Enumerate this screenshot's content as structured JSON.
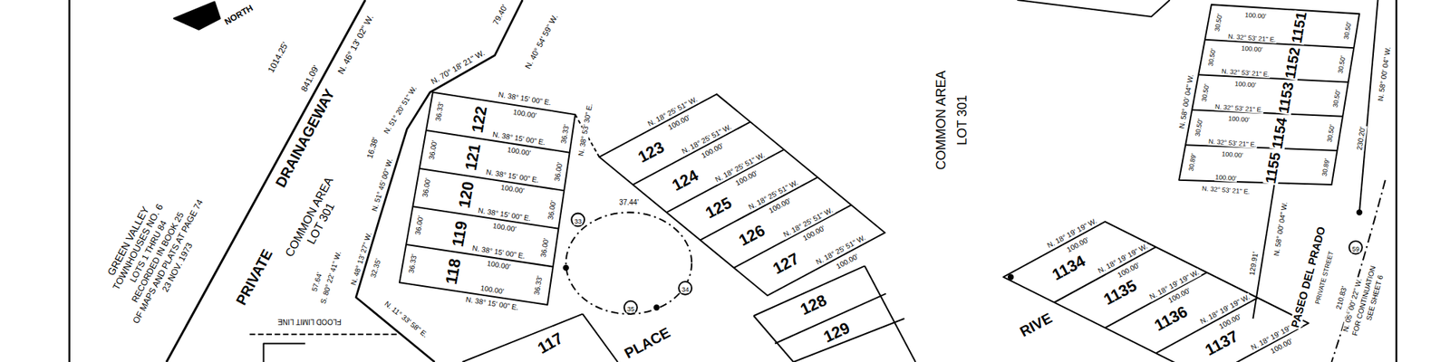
{
  "diagram": {
    "labels": [
      "NORTH",
      "GREEN VALLEY",
      "TOWNHOUSES NO. 6",
      "LOTS 1 THRU 84",
      "RECORDED IN BOOK 25",
      "OF MAPS AND PLATS AT PAGE 74",
      "23 NOV. 1973",
      "1014.25'",
      "PRIVATE",
      "DRAINAGEWAY",
      "COMMON AREA",
      "LOT 301",
      "N. 46° 13' 02\" W.",
      "841.09'",
      "N. 40° 54' 59\" W.",
      "79.40'",
      "N. 70° 18' 21\" W.",
      "16.38'",
      "N. 51° 20' 51\" W.",
      "N. 51° 45' 00\" W.",
      "N. 48° 13' 27\" W.",
      "32.35'",
      "S. 80° 22' 41\" W.",
      "57.64'",
      "N. 11° 33' 58\" E.",
      "118",
      "119",
      "120",
      "121",
      "122",
      "N. 38° 15' 00\" E.",
      "100.00'",
      "N. 38° 15' 00\" E.",
      "100.00'",
      "N. 38° 15' 00\" E.",
      "100.00'",
      "N. 38° 15' 00\" E.",
      "100.00'",
      "N. 38° 15' 00\" E.",
      "100.00'",
      "N. 38° 15' 00\" E.",
      "100.00'",
      "36.33'",
      "36.00'",
      "36.00'",
      "36.00'",
      "36.33'",
      "36.33'",
      "36.00'",
      "36.00'",
      "36.00'",
      "36.33'",
      "N. 38° 53' 30\" E.",
      "123",
      "124",
      "125",
      "126",
      "127",
      "N. 18° 25' 51\" W.",
      "100.00'",
      "N. 18° 25' 51\" W.",
      "100.00'",
      "N. 18° 25' 51\" W.",
      "100.00'",
      "N. 18° 25' 51\" W.",
      "100.00'",
      "N. 18° 25' 51\" W.",
      "100.00'",
      "N. 18° 25' 51\" W.",
      "100.00'",
      "37.44'",
      "33",
      "34",
      "35",
      "PLACE",
      "117",
      "128",
      "129",
      "COMMON AREA",
      "LOT 301",
      "1134",
      "1135",
      "1136",
      "1137",
      "N. 18° 19' 19\" W.",
      "100.00'",
      "N. 18° 19' 19\" W.",
      "100.00'",
      "N. 18° 19' 19\" W.",
      "100.00'",
      "N. 18° 19' 19\" W.",
      "100.00'",
      "N. 18° 19' 19\" W.",
      "100.00'",
      "N. 58° 00' 04\" W.",
      "129.91'",
      "RIVE",
      "1151",
      "1152",
      "1153",
      "1154",
      "1155",
      "100.00'",
      "N. 32° 53' 21\" E.",
      "100.00'",
      "N. 32° 53' 21\" E.",
      "100.00'",
      "N. 32° 53' 21\" E.",
      "100.00'",
      "N. 32° 53' 21\" E.",
      "100.00'",
      "100.00'",
      "N. 32° 53' 21\" E.",
      "30.50'",
      "30.50'",
      "30.50'",
      "30.50'",
      "30.89'",
      "30.50'",
      "30.50'",
      "30.50'",
      "30.50'",
      "30.89'",
      "N. 58° 00' 04\" W.",
      "N. 58° 00' 04\" W.",
      "230.20'",
      "PASEO DEL PRADO",
      "PRIVATE STREET",
      "210.83'",
      "N. 05° 00' 22\" W.",
      "FOR CONTINUATION",
      "SEE SHEET 6",
      "59",
      "FLOOD LIMIT LINE"
    ]
  }
}
